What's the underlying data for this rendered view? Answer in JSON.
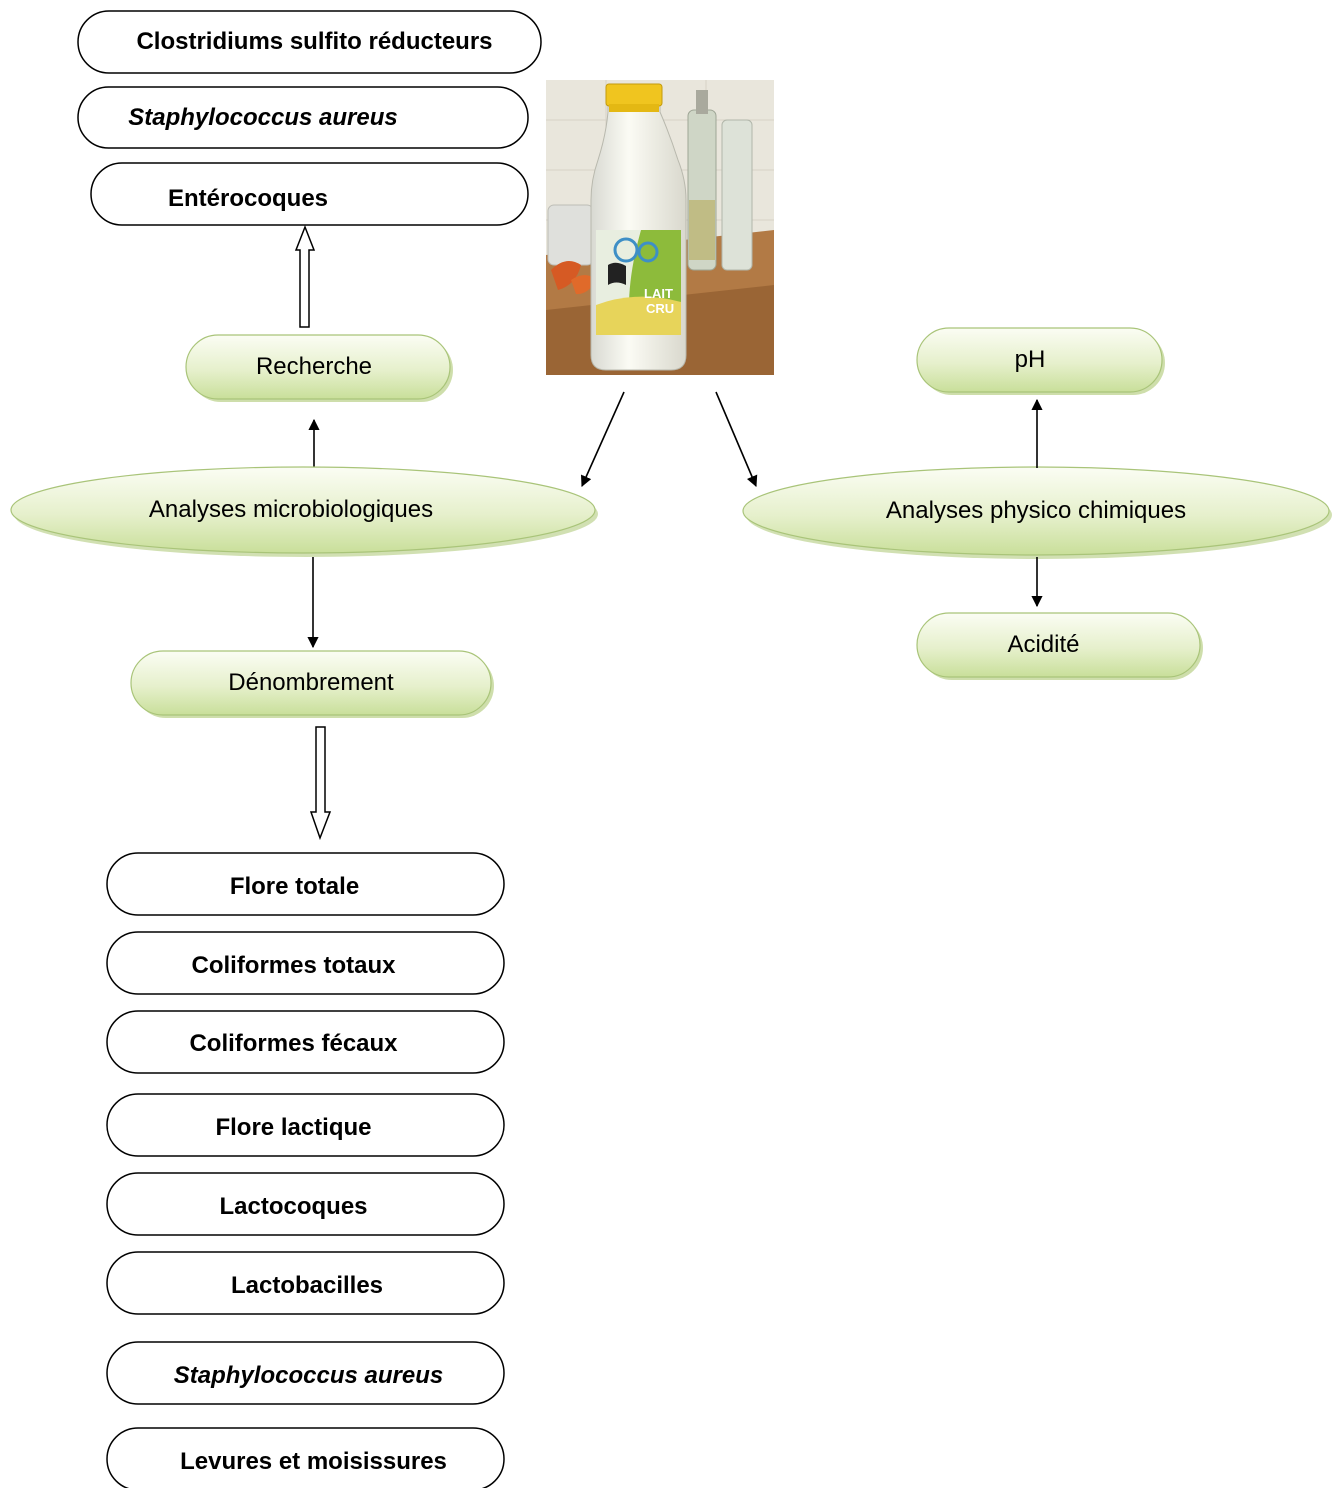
{
  "diagram": {
    "center_image": {
      "name": "milk-bottle-photo",
      "bottle_label_text": [
        "LAIT",
        "CRU"
      ]
    },
    "micro": {
      "title": "Analyses microbiologiques",
      "recherche": {
        "label": "Recherche",
        "items": [
          "Entérocoques",
          "Staphylococcus aureus",
          "Clostridiums sulfito réducteurs"
        ]
      },
      "denombrement": {
        "label": "Dénombrement",
        "items": [
          "Flore totale",
          "Coliformes totaux",
          "Coliformes fécaux",
          "Flore lactique",
          "Lactocoques",
          "Lactobacilles",
          "Staphylococcus aureus",
          "Levures et moisissures"
        ]
      }
    },
    "physico": {
      "title": "Analyses  physico chimiques",
      "items": [
        "pH",
        "Acidité"
      ]
    }
  },
  "colors": {
    "pill_fill_top": "#fbfdf4",
    "pill_fill_bottom": "#cfe3a4",
    "pill_stroke": "#9fbd6a",
    "outline": "#000000"
  }
}
